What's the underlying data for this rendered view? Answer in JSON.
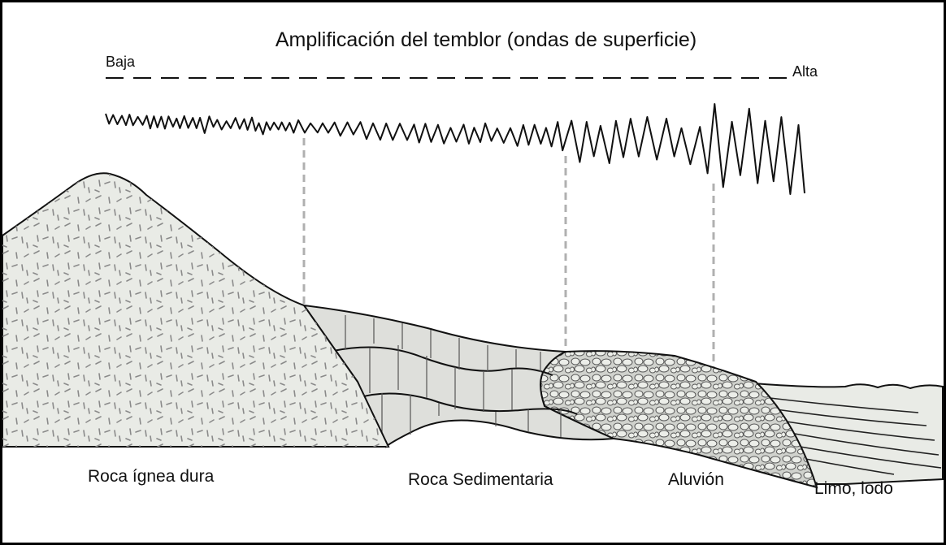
{
  "diagram": {
    "title": "Amplificación del temblor (ondas de superficie)",
    "scale": {
      "low_label": "Baja",
      "high_label": "Alta"
    },
    "layers": [
      {
        "id": "igneous",
        "label": "Roca ígnea dura"
      },
      {
        "id": "sedimentary",
        "label": "Roca Sedimentaria"
      },
      {
        "id": "alluvium",
        "label": "Aluvión"
      },
      {
        "id": "silt",
        "label": "Limo, lodo"
      }
    ],
    "colors": {
      "stroke": "#111111",
      "rock_fill": "#e9ebe6",
      "guide": "#b0b0b0"
    }
  }
}
